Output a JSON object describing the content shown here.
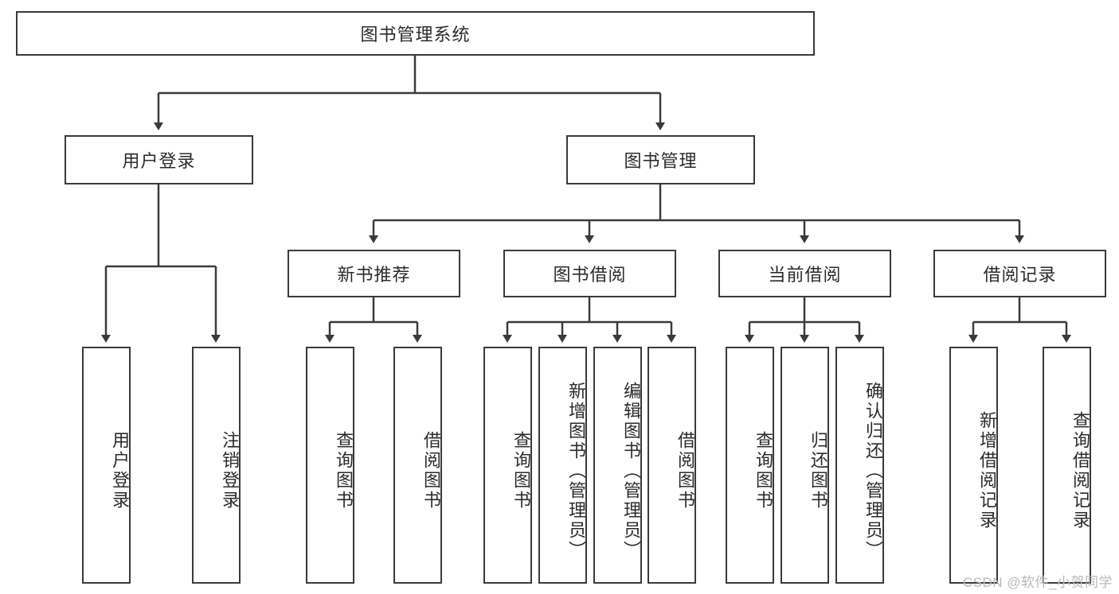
{
  "diagram": {
    "type": "tree",
    "title_node": {
      "label": "图书管理系统"
    },
    "level1": [
      {
        "label": "用户登录"
      },
      {
        "label": "图书管理"
      }
    ],
    "level2": [
      {
        "label": "新书推荐"
      },
      {
        "label": "图书借阅"
      },
      {
        "label": "当前借阅"
      },
      {
        "label": "借阅记录"
      }
    ],
    "leaves_user_login": [
      {
        "label": "用户登录"
      },
      {
        "label": "注销登录"
      }
    ],
    "leaves_new_book": [
      {
        "label": "查询图书"
      },
      {
        "label": "借阅图书"
      }
    ],
    "leaves_borrow": [
      {
        "label": "查询图书"
      },
      {
        "label": "新增图书（管理员）"
      },
      {
        "label": "编辑图书（管理员）"
      },
      {
        "label": "借阅图书"
      }
    ],
    "leaves_current": [
      {
        "label": "查询图书"
      },
      {
        "label": "归还图书"
      },
      {
        "label": "确认归还（管理员）"
      }
    ],
    "leaves_record": [
      {
        "label": "新增借阅记录"
      },
      {
        "label": "查询借阅记录"
      }
    ]
  },
  "watermark": {
    "text": "CSDN @软件_小贺同学"
  },
  "colors": {
    "border": "#3a3a3a",
    "text": "#2b2b2b",
    "background": "#ffffff",
    "watermark": "#b9b9b9"
  }
}
